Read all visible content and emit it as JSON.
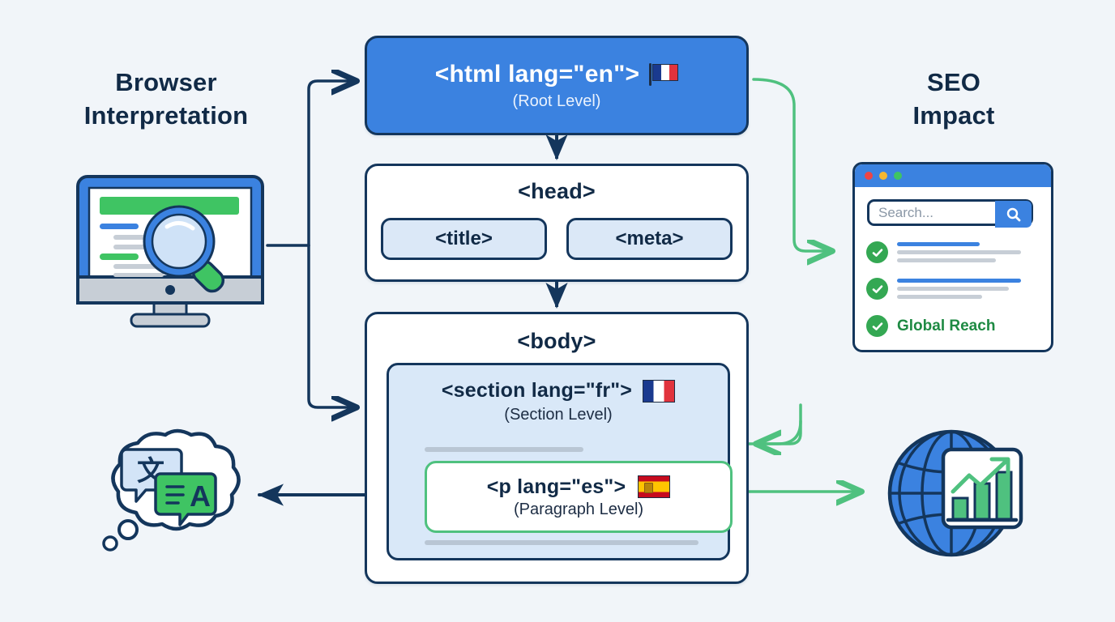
{
  "diagram": {
    "title_left": "Browser\nInterpretation",
    "title_right": "SEO\nImpact",
    "background_color": "#f1f5f9",
    "accent_blue": "#3b82e0",
    "accent_navy": "#14365c",
    "accent_green": "#4fc17f"
  },
  "tree": {
    "html": {
      "tag": "<html lang=\"en\">",
      "level": "(Root Level)",
      "flag": "flag-france-waving",
      "fill": "#3b82e0",
      "text_color": "#ffffff"
    },
    "head": {
      "tag": "<head>",
      "children": [
        {
          "tag": "<title>"
        },
        {
          "tag": "<meta>"
        }
      ]
    },
    "body": {
      "tag": "<body>",
      "section": {
        "tag": "<section lang=\"fr\">",
        "level": "(Section Level)",
        "flag": "flag-france"
      },
      "paragraph": {
        "tag": "<p lang=\"es\">",
        "level": "(Paragraph Level)",
        "flag": "flag-spain",
        "border_color": "#4fc17f"
      }
    }
  },
  "browser_icon": {
    "name": "monitor-with-magnifier",
    "screen_header_color": "#3fc463",
    "bezel_color": "#3b82e0"
  },
  "translation_icon": {
    "name": "thought-bubble-translation",
    "bubble_one_glyph": "文",
    "bubble_two_glyph": "A"
  },
  "search_result_mock": {
    "search_placeholder": "Search...",
    "search_icon": "magnifier-icon",
    "traffic_lights": [
      "red",
      "yellow",
      "green"
    ],
    "results": [
      {
        "check": true,
        "lines": 3
      },
      {
        "check": true,
        "lines": 3
      }
    ],
    "highlight_label": "Global Reach",
    "highlight_color": "#1e8a43"
  },
  "growth_icon": {
    "name": "globe-with-growth-chart",
    "globe_color": "#3b82e0",
    "bars": [
      3,
      5,
      7
    ],
    "trend": "up-arrow"
  }
}
